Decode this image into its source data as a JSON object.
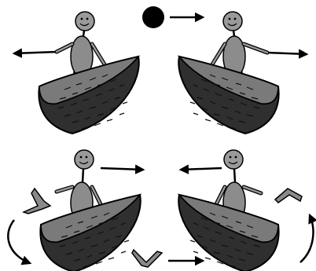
{
  "panels": [
    {
      "name": "top-left",
      "arrow": "left",
      "object": "none"
    },
    {
      "name": "top-right",
      "arrow": "right",
      "object": "ball"
    },
    {
      "name": "bottom-left",
      "arrow": "right",
      "object": "boomerang"
    },
    {
      "name": "bottom-right",
      "arrow": "left",
      "object": "boomerang"
    }
  ],
  "colors": {
    "ink": "#000000",
    "figure_fill": "#8c8c8c",
    "boat_dark": "#2f2f2f",
    "boat_light": "#7a7a7a",
    "ball": "#000000",
    "boomerang": "#7a7a7a",
    "background": "#ffffff"
  },
  "icons": [
    "stick-figure-icon",
    "nut-shell-boat-icon",
    "black-ball-icon",
    "boomerang-icon",
    "arrow-icon",
    "curved-arrow-icon"
  ]
}
